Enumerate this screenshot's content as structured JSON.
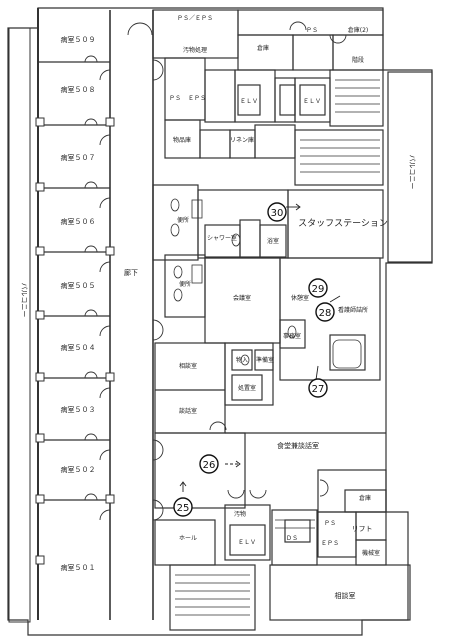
{
  "rooms": {
    "r1": "病室５０９",
    "r2": "病室５０８",
    "r3": "病室５０７",
    "r4": "病室５０６",
    "r5": "病室５０５",
    "r6": "病室５０４",
    "r7": "病室５０３",
    "r8": "病室５０２",
    "r9": "病室５０１"
  },
  "corridor": "廊下",
  "west_balcony": "バルコニー",
  "east_balcony": "バルコニー",
  "top": {
    "ps_panel": "ＰＳ／ＥＰＳ",
    "utility": "汚物処理",
    "storage": "倉庫",
    "storage2": "倉庫(2)",
    "pipe_space": "ＰＳ",
    "elevator1": "ＥＬＶ",
    "elevator2": "ＥＬＶ",
    "stair": "階段",
    "ps": "ＰＳ",
    "eps": "ＥＰＳ",
    "storage3": "物品庫",
    "linen": "リネン庫"
  },
  "middle": {
    "wc": "便所",
    "wc2": "便所",
    "shower": "シャワー室",
    "bath": "浴室",
    "station": "スタッフステーション",
    "conference": "会議室",
    "nurse_station": "看護師詰所",
    "nurse_station2": "休憩室",
    "consultation": "相談室",
    "dayroom": "談話室",
    "staff": "準備室",
    "treatment": "処置室",
    "office": "事務室",
    "closet": "物入"
  },
  "lower": {
    "hall": "食堂兼談話室",
    "dining": "ホール",
    "elevator3": "ＥＬＶ",
    "lift": "リフト",
    "ps3": "ＰＳ",
    "eps3": "ＥＰＳ",
    "storage_b": "倉庫",
    "machine": "機械室",
    "garbage": "汚物",
    "room_bottom": "相談室",
    "ds": "ＤＳ"
  },
  "markers": {
    "m25": "25",
    "m26": "26",
    "m27": "27",
    "m28": "28",
    "m29": "29",
    "m30": "30"
  }
}
